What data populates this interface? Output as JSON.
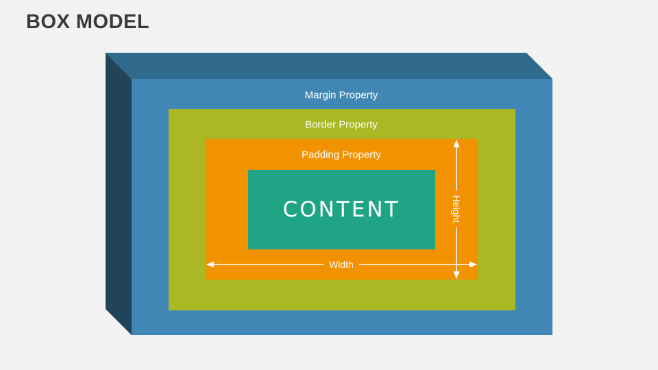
{
  "title": "BOX MODEL",
  "layers": {
    "margin": "Margin Property",
    "border": "Border Property",
    "padding": "Padding Property",
    "content": "CONTENT"
  },
  "dimensions": {
    "width": "Width",
    "height": "Height"
  },
  "colors": {
    "background": "#f2f2f2",
    "title": "#3a3a3a",
    "margin_front": "#4187b5",
    "margin_top": "#306a8c",
    "margin_side": "#214458",
    "border": "#a9b823",
    "padding": "#f39200",
    "content": "#1fa586",
    "text": "#ffffff"
  }
}
